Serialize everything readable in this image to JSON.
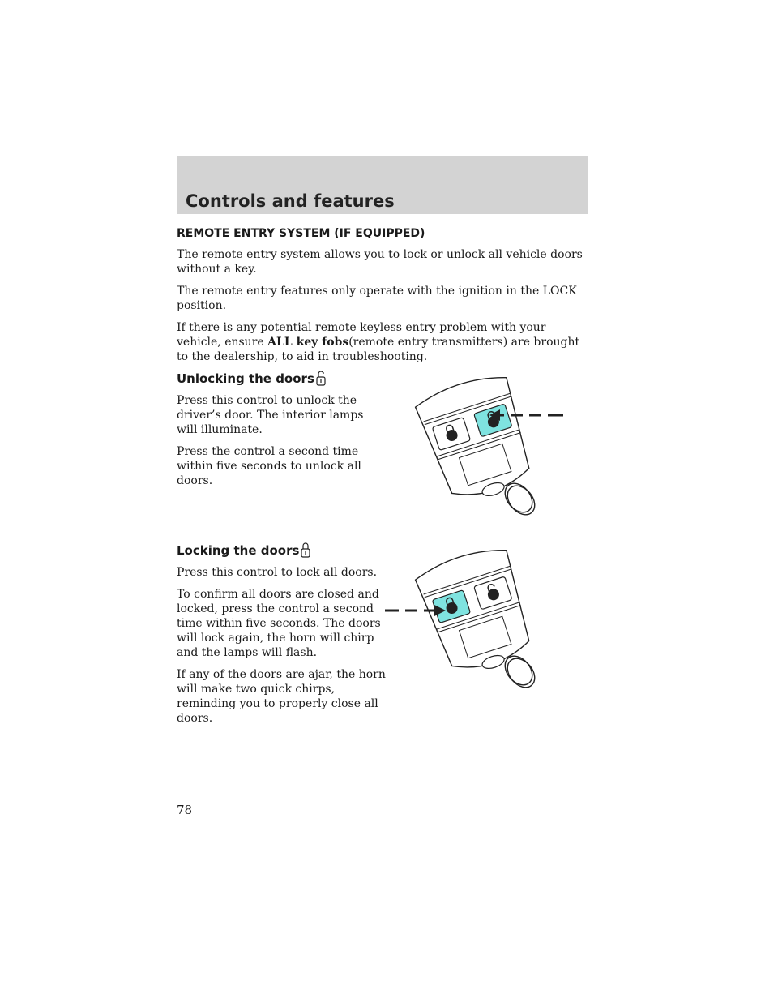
{
  "header": {
    "title": "Controls and features"
  },
  "section": {
    "title": "REMOTE ENTRY SYSTEM (IF EQUIPPED)",
    "p1": "The remote entry system allows you to lock or unlock all vehicle doors without a key.",
    "p2": "The remote entry features only operate with the ignition in the LOCK position.",
    "p3_pre": "If there is any potential remote keyless entry problem with your vehicle, ensure",
    "p3_bold": "ALL key fobs",
    "p3_post": "(remote entry transmitters) are brought to the dealership, to aid in troubleshooting."
  },
  "unlock": {
    "title": "Unlocking the doors",
    "p1": "Press this control to unlock the driver’s door. The interior lamps will illuminate.",
    "p2": "Press the control a second time within five seconds to unlock all doors.",
    "icon": "unlock-icon"
  },
  "lock": {
    "title": "Locking the doors",
    "p1": "Press this control to lock all doors.",
    "p2": "To confirm all doors are closed and locked, press the control a second time within five seconds. The doors will lock again, the horn will chirp and the lamps will flash.",
    "p3": "If any of the doors are ajar, the horn will make two quick chirps, reminding you to properly close all doors.",
    "icon": "lock-icon"
  },
  "colors": {
    "header_band": "#d3d3d3",
    "button_highlight": "#7fe3e0"
  },
  "page_number": "78"
}
